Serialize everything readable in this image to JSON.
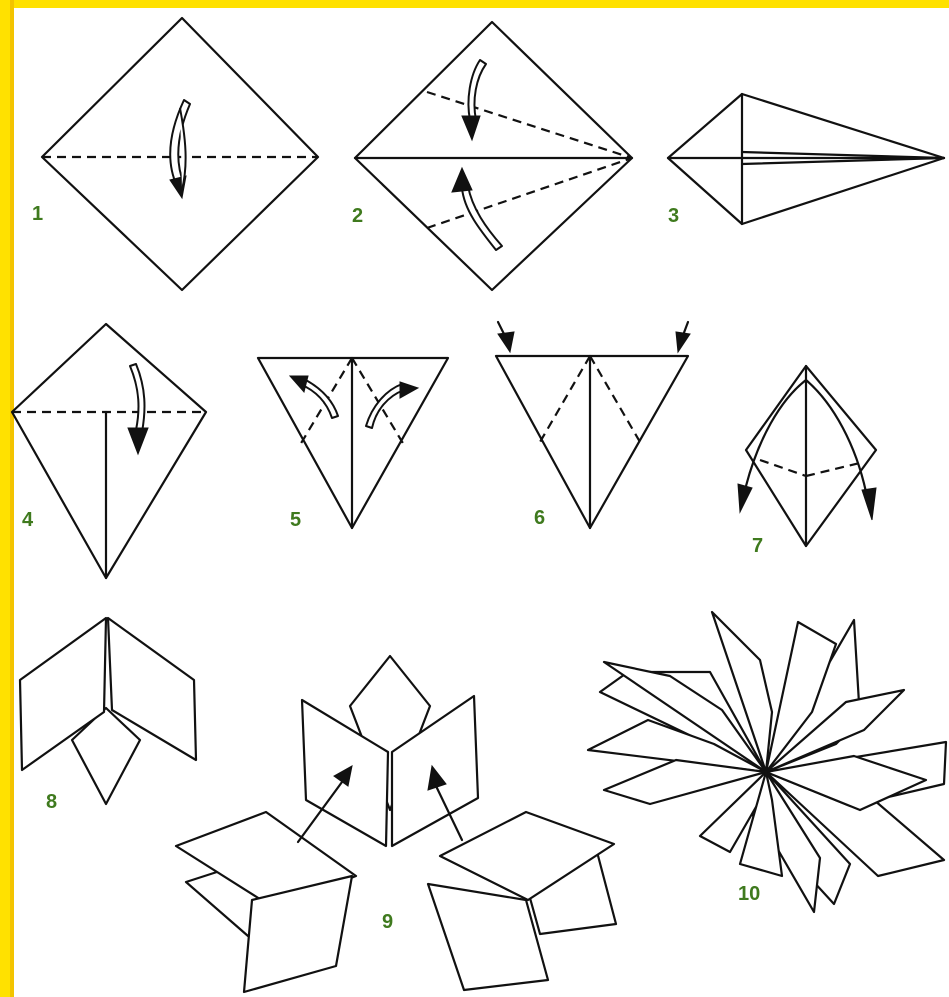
{
  "frame": {
    "border_color": "#ffe100",
    "background": "#ffffff",
    "label_color": "#3f7a1e"
  },
  "steps": [
    {
      "number": "1"
    },
    {
      "number": "2"
    },
    {
      "number": "3"
    },
    {
      "number": "4"
    },
    {
      "number": "5"
    },
    {
      "number": "6"
    },
    {
      "number": "7"
    },
    {
      "number": "8"
    },
    {
      "number": "9"
    },
    {
      "number": "10"
    }
  ]
}
